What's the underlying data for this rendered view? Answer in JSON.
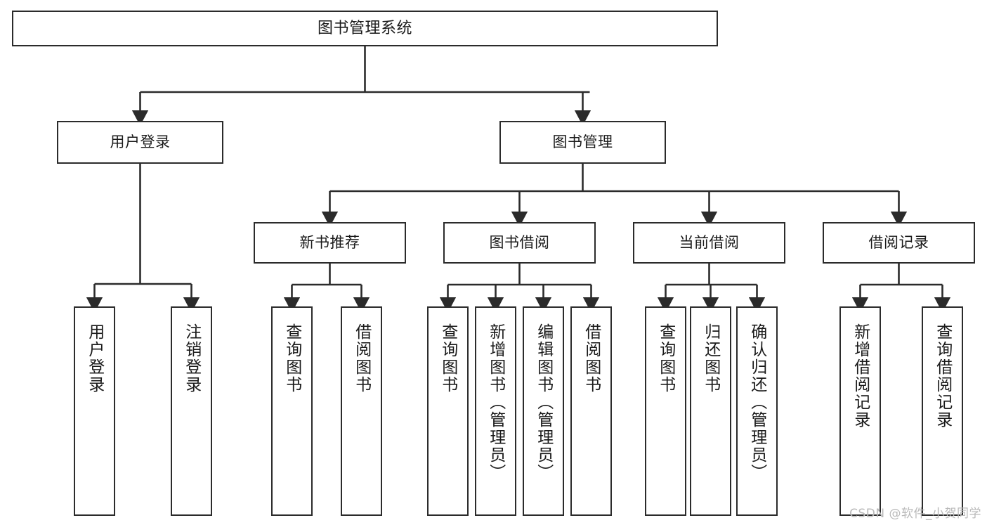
{
  "diagram": {
    "title": "图书管理系统",
    "type": "功能结构图",
    "background_color": "#ffffff",
    "node_border_color": "#2b2b2b",
    "node_fill_color": "#ffffff",
    "edge_color": "#2b2b2b"
  },
  "nodes": {
    "root": {
      "label": "图书管理系统",
      "orientation": "horizontal"
    },
    "level2": [
      {
        "label": "用户登录",
        "orientation": "horizontal"
      },
      {
        "label": "图书管理",
        "orientation": "horizontal"
      }
    ],
    "level3": [
      {
        "label": "新书推荐",
        "orientation": "horizontal"
      },
      {
        "label": "图书借阅",
        "orientation": "horizontal"
      },
      {
        "label": "当前借阅",
        "orientation": "horizontal"
      },
      {
        "label": "借阅记录",
        "orientation": "horizontal"
      }
    ],
    "leaves_user_login": [
      {
        "label": "用户登录",
        "orientation": "vertical"
      },
      {
        "label": "注销登录",
        "orientation": "vertical"
      }
    ],
    "leaves_new_book": [
      {
        "label": "查询图书",
        "orientation": "vertical"
      },
      {
        "label": "借阅图书",
        "orientation": "vertical"
      }
    ],
    "leaves_book_borrow": [
      {
        "label": "查询图书",
        "orientation": "vertical"
      },
      {
        "label": "新增图书（管理员）",
        "orientation": "vertical"
      },
      {
        "label": "编辑图书（管理员）",
        "orientation": "vertical"
      },
      {
        "label": "借阅图书",
        "orientation": "vertical"
      }
    ],
    "leaves_current_borrow": [
      {
        "label": "查询图书",
        "orientation": "vertical"
      },
      {
        "label": "归还图书",
        "orientation": "vertical"
      },
      {
        "label": "确认归还（管理员）",
        "orientation": "vertical"
      }
    ],
    "leaves_borrow_record": [
      {
        "label": "新增借阅记录",
        "orientation": "vertical"
      },
      {
        "label": "查询借阅记录",
        "orientation": "vertical"
      }
    ]
  },
  "watermark": {
    "text": "CSDN @软件_小贺同学"
  }
}
